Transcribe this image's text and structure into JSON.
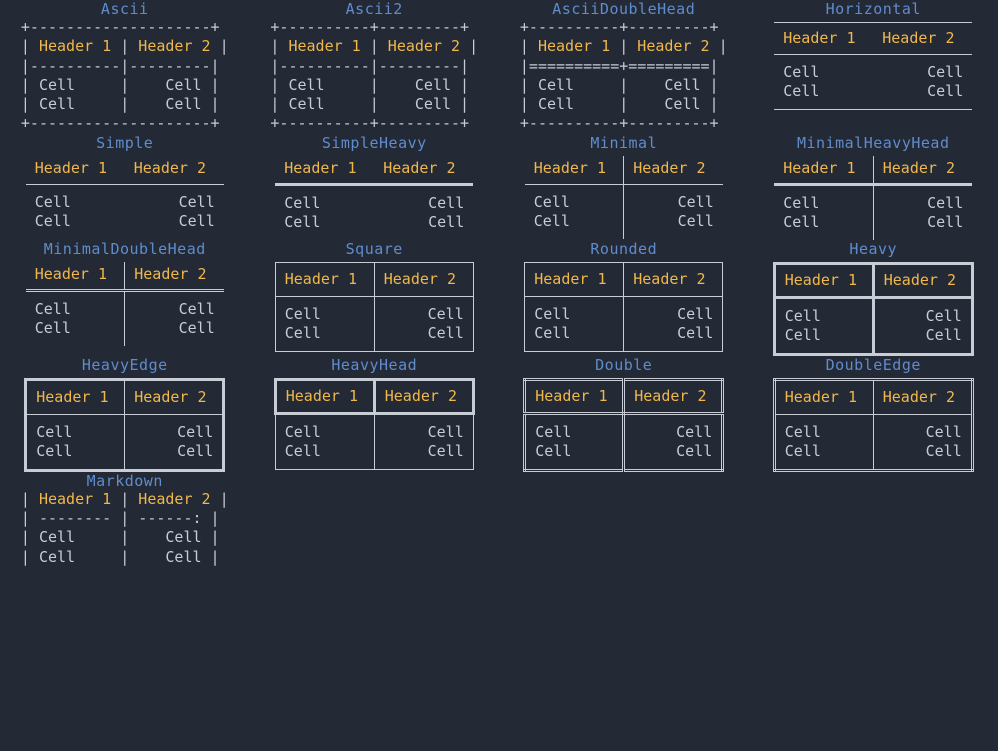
{
  "page": {
    "background_color": "#242936",
    "title_color": "#5f8ccc",
    "header_color": "#f0b849",
    "cell_color": "#c8ccd4",
    "line_color": "#c8ccd4"
  },
  "labels": {
    "header1": "Header 1",
    "header2": "Header 2",
    "cell": "Cell"
  },
  "boxes": [
    {
      "name": "Ascii",
      "kind": "ascii"
    },
    {
      "name": "Ascii2",
      "kind": "ascii"
    },
    {
      "name": "AsciiDoubleHead",
      "kind": "ascii"
    },
    {
      "name": "Horizontal",
      "kind": "lines"
    },
    {
      "name": "Simple",
      "kind": "lines"
    },
    {
      "name": "SimpleHeavy",
      "kind": "lines"
    },
    {
      "name": "Minimal",
      "kind": "lines"
    },
    {
      "name": "MinimalHeavyHead",
      "kind": "lines"
    },
    {
      "name": "MinimalDoubleHead",
      "kind": "lines"
    },
    {
      "name": "Square",
      "kind": "lines"
    },
    {
      "name": "Rounded",
      "kind": "lines"
    },
    {
      "name": "Heavy",
      "kind": "lines"
    },
    {
      "name": "HeavyEdge",
      "kind": "lines"
    },
    {
      "name": "HeavyHead",
      "kind": "lines"
    },
    {
      "name": "Double",
      "kind": "lines"
    },
    {
      "name": "DoubleEdge",
      "kind": "lines"
    },
    {
      "name": "Markdown",
      "kind": "ascii"
    }
  ],
  "ascii_art": {
    "Ascii": {
      "top": "+---------+---------+",
      "header": "| Header 1 | Header 2 |",
      "mid": "|----------|----------|",
      "row1": "| Cell     |     Cell |",
      "row2": "| Cell     |     Cell |",
      "bottom": "+---------+---------+"
    },
    "Ascii2": {
      "top": "+----------+----------+",
      "header": "| Header 1 | Header 2 |",
      "mid": "|----------|----------|",
      "row1": "| Cell     |     Cell |",
      "row2": "| Cell     |     Cell |",
      "bottom": "+----------+----------+"
    },
    "AsciiDoubleHead": {
      "top": "+----------+----------+",
      "header": "| Header 1 | Header 2 |",
      "mid": "|==========+==========|",
      "row1": "| Cell     |     Cell |",
      "row2": "| Cell     |     Cell |",
      "bottom": "+----------+----------+"
    },
    "Markdown": {
      "header": "| Header 1 | Header 2 |",
      "mid": "| -------- | -------: |",
      "row1": "| Cell     |     Cell |",
      "row2": "| Cell     |     Cell |"
    }
  },
  "table_rows": [
    {
      "col1": "Cell",
      "col2": "Cell"
    },
    {
      "col1": "Cell",
      "col2": "Cell"
    }
  ],
  "columns": [
    {
      "header": "Header 1",
      "align": "left"
    },
    {
      "header": "Header 2",
      "align": "right"
    }
  ]
}
